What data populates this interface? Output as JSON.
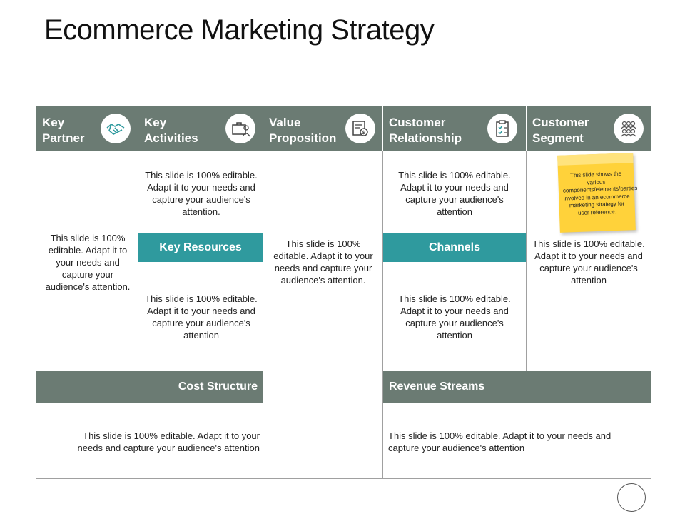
{
  "title": "Ecommerce Marketing Strategy",
  "headers": [
    {
      "label": "Key\nPartner",
      "icon": "handshake-icon"
    },
    {
      "label": "Key\nActivities",
      "icon": "briefcase-person-icon"
    },
    {
      "label": "Value\nProposition",
      "icon": "money-document-icon"
    },
    {
      "label": "Customer\nRelationship",
      "icon": "clipboard-check-icon"
    },
    {
      "label": "Customer\nSegment",
      "icon": "people-group-icon"
    }
  ],
  "cells": {
    "key_partner": "This slide is 100% editable. Adapt it to your needs and capture your audience's attention.",
    "key_activities": "This slide is 100% editable. Adapt it to your needs and capture your audience's attention.",
    "key_resources_text": "This slide is 100% editable. Adapt it to your needs and capture your audience's attention",
    "value_proposition": "This slide is 100% editable. Adapt it to your needs and capture your audience's attention.",
    "customer_relationship": "This slide is 100% editable. Adapt it to your needs and capture your audience's attention",
    "channels_text": "This slide is 100% editable. Adapt it to your needs and capture your audience's attention",
    "customer_segment": "This slide is 100% editable. Adapt it to your needs and capture your audience's attention",
    "cost_structure_text": "This slide is 100% editable. Adapt it to your needs and capture your audience's attention",
    "revenue_streams_text": "This slide is 100% editable. Adapt it to your needs and capture your audience's attention"
  },
  "subheaders": {
    "key_resources": "Key Resources",
    "channels": "Channels",
    "cost_structure": "Cost Structure",
    "revenue_streams": "Revenue Streams"
  },
  "sticky_note": "This slide shows the various components/elements/parties involved in an ecommerce marketing strategy for user reference.",
  "colors": {
    "header": "#6b7b73",
    "teal": "#2f9a9e",
    "note": "#ffd23a"
  }
}
